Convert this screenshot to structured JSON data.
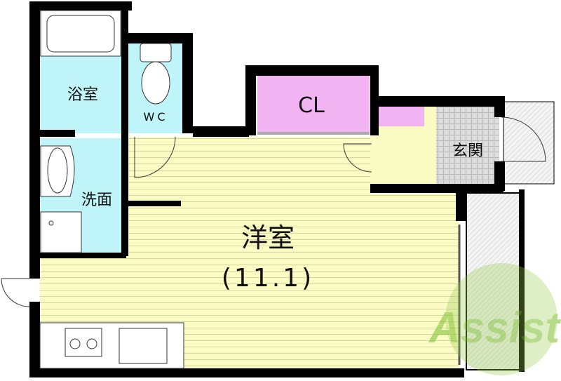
{
  "rooms": {
    "bath": "浴室",
    "wc": "WC",
    "washroom": "洗面",
    "closet": "CL",
    "entrance": "玄関",
    "main_room": "洋室",
    "main_room_size": "(11.1)"
  },
  "watermark": "Assist",
  "colors": {
    "wet_area": "#bff4f9",
    "floor": "#fbfbc4",
    "floor_stripe": "#d8d8a0",
    "closet": "#f2b3f2",
    "entrance_tile": "#d9d9d9",
    "wall": "#000000",
    "watermark": "#9acd50"
  }
}
